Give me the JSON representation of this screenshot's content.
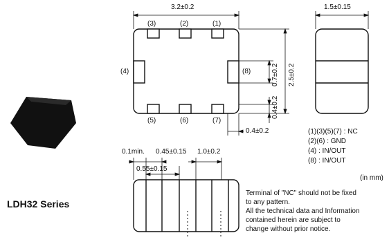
{
  "series_title": "LDH32 Series",
  "dimensions": {
    "top_width": "3.2±0.2",
    "side_width": "1.5±0.15",
    "height_total": "2.5±0.2",
    "pad_pitch_v": "0.7±0.2",
    "pad_height": "0.4±0.2",
    "pad_offset": "0.4±0.2",
    "bottom_min": "0.1min.",
    "bottom_gap": "0.45±0.15",
    "bottom_width": "1.0±0.2",
    "bottom_inner": "0.55±0.15"
  },
  "pins": {
    "top": [
      "(3)",
      "(2)",
      "(1)"
    ],
    "bottom": [
      "(5)",
      "(6)",
      "(7)"
    ],
    "left": "(4)",
    "right": "(8)"
  },
  "legend": [
    "(1)(3)(5)(7) : NC",
    "(2)(6) : GND",
    "(4) : IN/OUT",
    "(8) : IN/OUT"
  ],
  "unit_note": "(in mm)",
  "notes": [
    "Terminal of \"NC\" should not be fixed",
    "to any pattern.",
    "All the technical data and Information",
    "contained herein are subject to",
    "change without prior notice."
  ]
}
